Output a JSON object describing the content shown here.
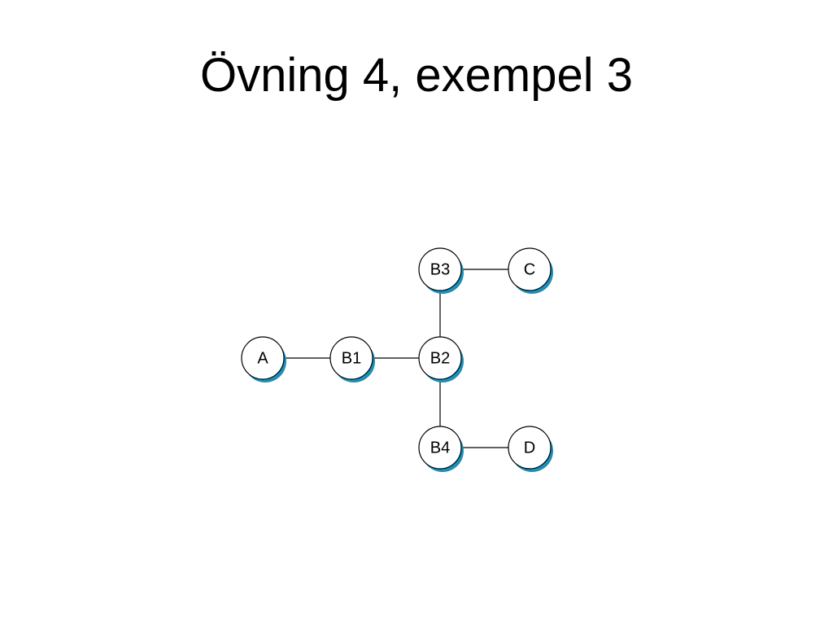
{
  "slide": {
    "title": "Övning 4, exempel 3"
  },
  "diagram": {
    "colors": {
      "node_fill": "#ffffff",
      "node_stroke": "#000000",
      "node_shadow": "#1a8fb8",
      "edge": "#000000"
    },
    "nodes": [
      {
        "id": "A",
        "label": "A"
      },
      {
        "id": "B1",
        "label": "B1"
      },
      {
        "id": "B2",
        "label": "B2"
      },
      {
        "id": "B3",
        "label": "B3"
      },
      {
        "id": "C",
        "label": "C"
      },
      {
        "id": "B4",
        "label": "B4"
      },
      {
        "id": "D",
        "label": "D"
      }
    ],
    "edges": [
      {
        "from": "A",
        "to": "B1"
      },
      {
        "from": "B1",
        "to": "B2"
      },
      {
        "from": "B2",
        "to": "B3"
      },
      {
        "from": "B3",
        "to": "C"
      },
      {
        "from": "B2",
        "to": "B4"
      },
      {
        "from": "B4",
        "to": "D"
      }
    ]
  }
}
